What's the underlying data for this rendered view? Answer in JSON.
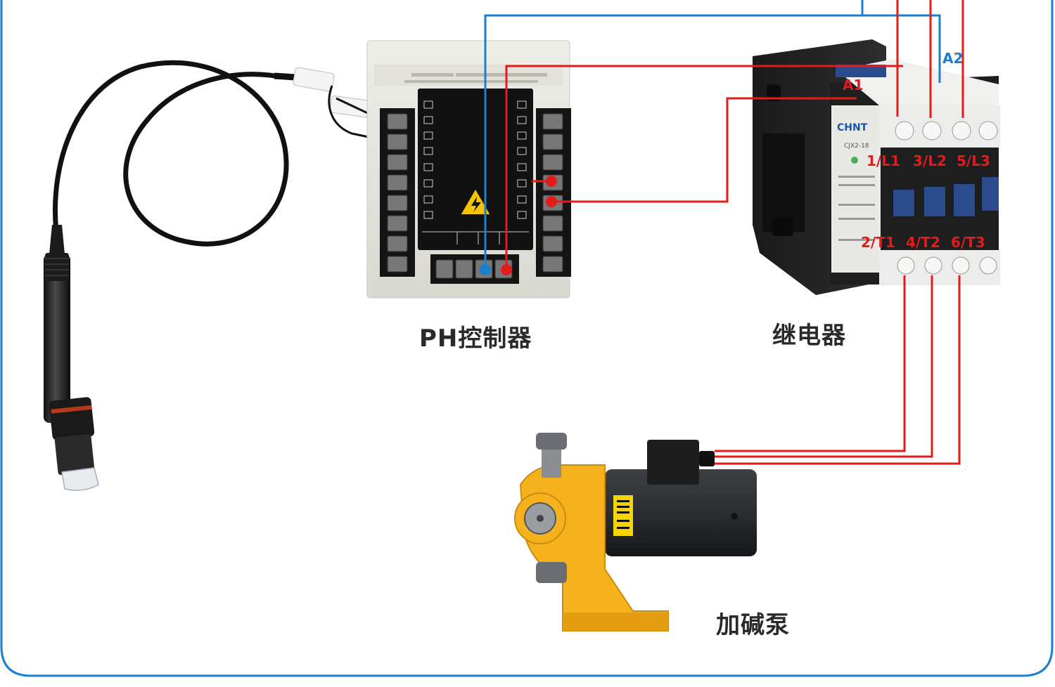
{
  "captions": {
    "controller": "PH控制器",
    "relay": "继电器",
    "pump": "加碱泵"
  },
  "terminal_labels": {
    "a1": "A1",
    "a2": "A2",
    "l1": "1/L1",
    "l2": "3/L2",
    "l3": "5/L3",
    "t1": "2/T1",
    "t2": "4/T2",
    "t3": "6/T3"
  },
  "relay_brand": {
    "name": "CHNT",
    "model": "CJX2-18"
  },
  "colors": {
    "frame": "#1a7fd0",
    "power_wire_red": "#e41b1b",
    "signal_wire_blue": "#1a7fd0",
    "label_red": "#e41b1b",
    "label_blue": "#1a7fd0",
    "pump_body": "#f5b21c",
    "controller_body": "#e6e6df"
  },
  "icons": {
    "probe": "ph-probe-sensor",
    "controller": "ph-controller-unit",
    "relay": "ac-contactor-relay",
    "pump": "metering-pump",
    "warning": "high-voltage-warning-icon"
  }
}
